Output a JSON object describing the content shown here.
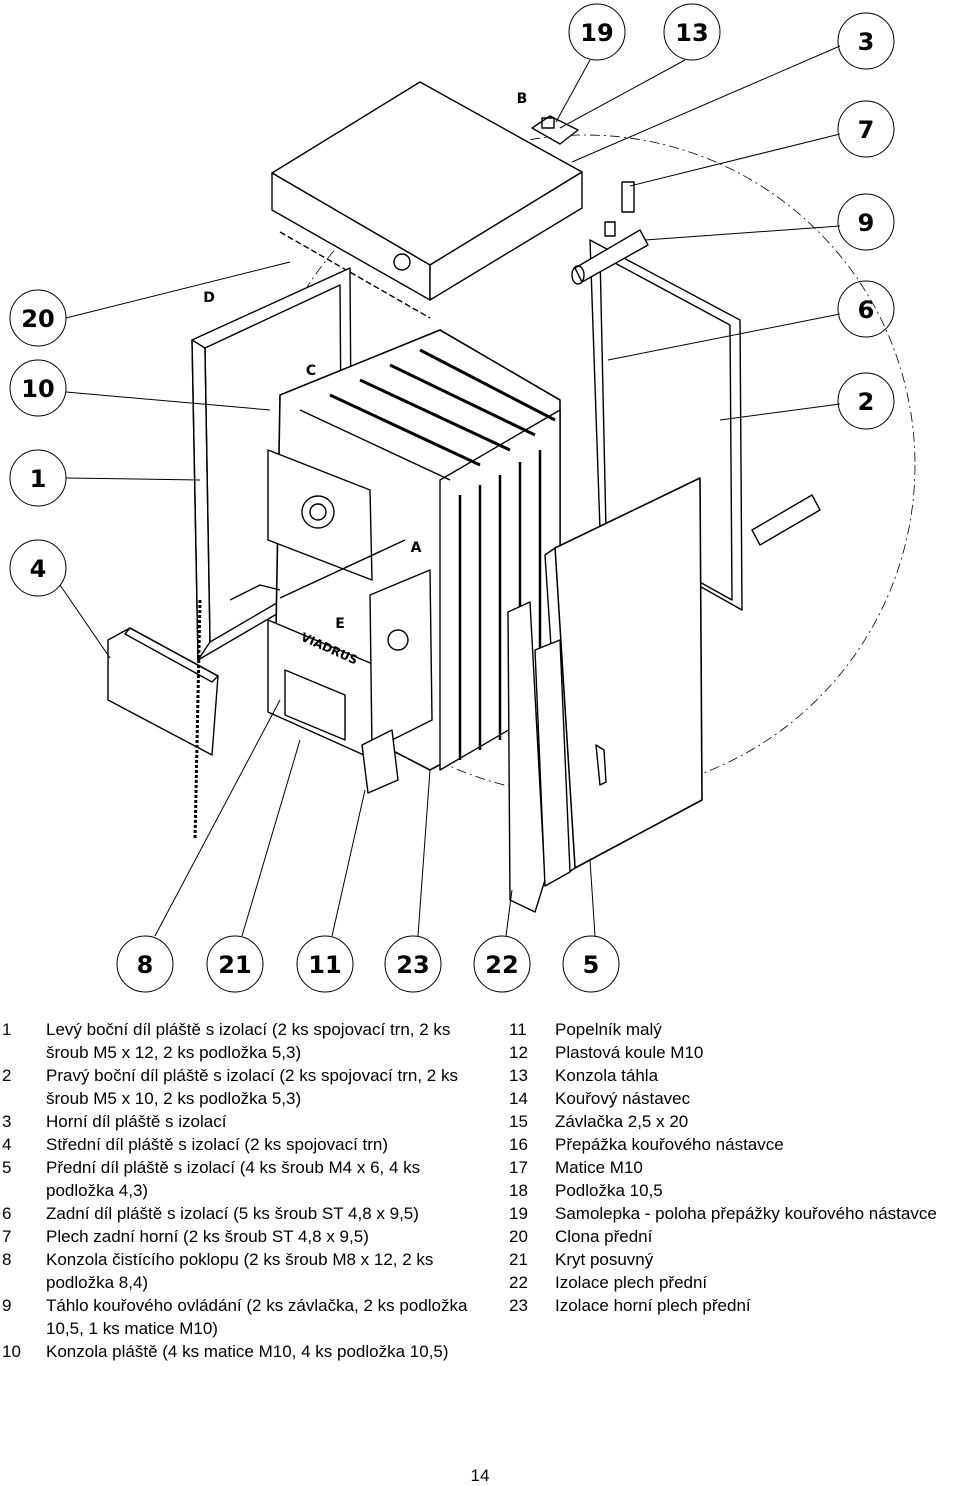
{
  "drawing": {
    "brand": "VIADRUS",
    "callouts": {
      "c19": "19",
      "c13": "13",
      "c3": "3",
      "c7": "7",
      "c9": "9",
      "c6": "6",
      "c2": "2",
      "c20": "20",
      "c10": "10",
      "c1": "1",
      "c4": "4",
      "c8": "8",
      "c21": "21",
      "c11": "11",
      "c23": "23",
      "c22": "22",
      "c5": "5"
    },
    "letters": {
      "A": "A",
      "B": "B",
      "C": "C",
      "D": "D",
      "E": "E"
    }
  },
  "legend": {
    "left": [
      {
        "num": "1",
        "text": "Levý boční díl pláště s izolací (2 ks spojovací trn, 2 ks šroub M5 x 12, 2 ks podložka 5,3)"
      },
      {
        "num": "2",
        "text": "Pravý boční díl pláště s izolací (2 ks spojovací trn, 2 ks šroub M5 x 10, 2 ks podložka 5,3)"
      },
      {
        "num": "3",
        "text": "Horní díl pláště s izolací"
      },
      {
        "num": "4",
        "text": "Střední díl pláště s izolací (2 ks spojovací trn)"
      },
      {
        "num": "5",
        "text": "Přední díl pláště s izolací (4 ks šroub M4 x 6, 4 ks podložka 4,3)"
      },
      {
        "num": "6",
        "text": "Zadní díl pláště s izolací (5 ks šroub ST 4,8 x 9,5)"
      },
      {
        "num": "7",
        "text": "Plech zadní horní (2 ks šroub ST 4,8 x 9,5)"
      },
      {
        "num": "8",
        "text": "Konzola čistícího poklopu (2 ks šroub M8 x 12, 2 ks podložka 8,4)"
      },
      {
        "num": "9",
        "text": "Táhlo kouřového ovládání (2 ks závlačka, 2 ks podložka 10,5, 1 ks matice M10)"
      },
      {
        "num": "10",
        "text": "Konzola pláště (4 ks matice M10, 4 ks podložka 10,5)"
      }
    ],
    "right": [
      {
        "num": "11",
        "text": "Popelník malý"
      },
      {
        "num": "12",
        "text": "Plastová koule M10"
      },
      {
        "num": "13",
        "text": "Konzola táhla"
      },
      {
        "num": "14",
        "text": "Kouřový nástavec"
      },
      {
        "num": "15",
        "text": "Závlačka 2,5 x 20"
      },
      {
        "num": "16",
        "text": "Přepážka kouřového nástavce"
      },
      {
        "num": "17",
        "text": "Matice M10"
      },
      {
        "num": "18",
        "text": "Podložka 10,5"
      },
      {
        "num": "19",
        "text": "Samolepka - poloha přepážky kouřového nástavce"
      },
      {
        "num": "20",
        "text": "Clona přední"
      },
      {
        "num": "21",
        "text": "Kryt posuvný"
      },
      {
        "num": "22",
        "text": "Izolace plech přední"
      },
      {
        "num": "23",
        "text": "Izolace horní plech přední"
      }
    ]
  },
  "page_number": "14"
}
